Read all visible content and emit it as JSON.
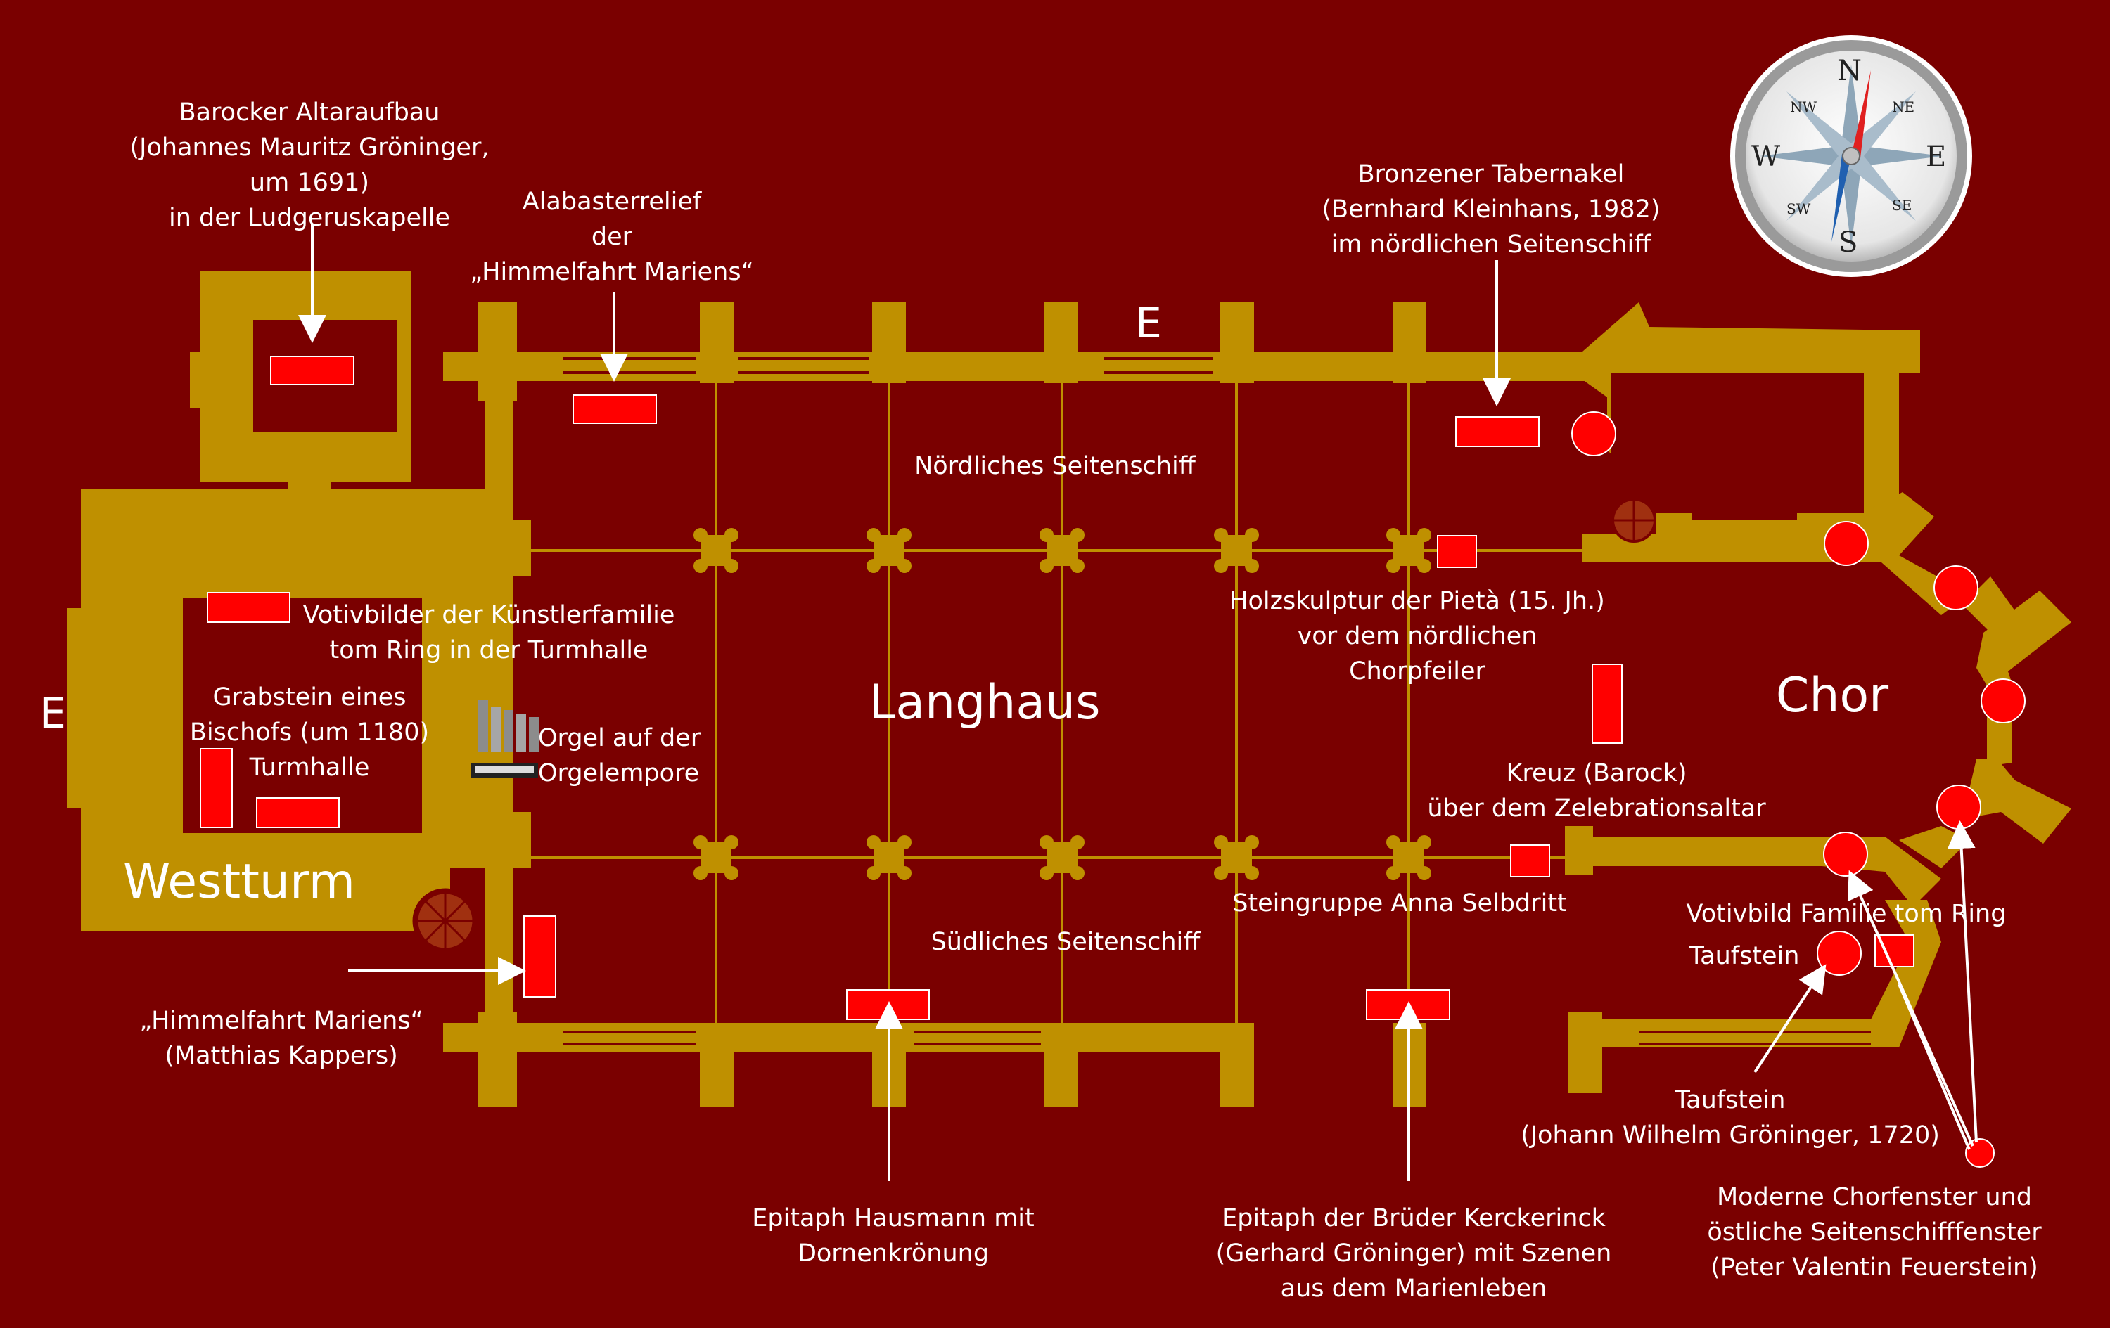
{
  "colors": {
    "background": "#7a0000",
    "plan": "#bf9000",
    "marker": "#ff0000",
    "arrow": "#ffffff",
    "text": "#ffffff"
  },
  "rooms": {
    "westturm": "Westturm",
    "langhaus": "Langhaus",
    "chor": "Chor"
  },
  "entrances": {
    "west": "E",
    "north": "E"
  },
  "compass": {
    "n": "N",
    "e": "E",
    "s": "S",
    "w": "W",
    "ne": "NE",
    "se": "SE",
    "sw": "SW",
    "nw": "NW"
  },
  "labels": {
    "altaraufbau": "Barocker Altaraufbau\n(Johannes Mauritz Gröninger,\num 1691)\nin der Ludgeruskapelle",
    "alabasterrelief": "Alabasterrelief\nder\n„Himmelfahrt Mariens“",
    "tabernakel": "Bronzener Tabernakel\n(Bernhard Kleinhans, 1982)\nim  nördlichen Seitenschiff",
    "noerdliches_seitenschiff": "Nördliches Seitenschiff",
    "votivbilder": "Votivbilder der Künstlerfamilie\ntom Ring in der Turmhalle",
    "grabstein": "Grabstein eines\nBischofs (um 1180)\nTurmhalle",
    "orgel": "Orgel auf der\nOrgelempore",
    "pieta": "Holzskulptur der Pietà (15. Jh.)\nvor dem nördlichen\nChorpfeiler",
    "kreuz": "Kreuz (Barock)\nüber dem Zelebrationsaltar",
    "steingruppe": "Steingruppe Anna Selbdritt",
    "votivbild_familie": "Votivbild Familie tom Ring",
    "taufstein_short": "Taufstein",
    "suedliches_seitenschiff": "Südliches Seitenschiff",
    "himmelfahrt": "„Himmelfahrt Mariens“\n(Matthias Kappers)",
    "taufstein_long": "Taufstein\n(Johann Wilhelm Gröninger, 1720)",
    "epitaph_hausmann": "Epitaph Hausmann mit\nDornenkrönung",
    "epitaph_kerckerinck": "Epitaph der Brüder Kerckerinck\n(Gerhard Gröninger) mit Szenen\naus dem Marienleben",
    "chorfenster": "Moderne Chorfenster und\nöstliche  Seitenschifffenster\n(Peter Valentin Feuerstein)"
  }
}
